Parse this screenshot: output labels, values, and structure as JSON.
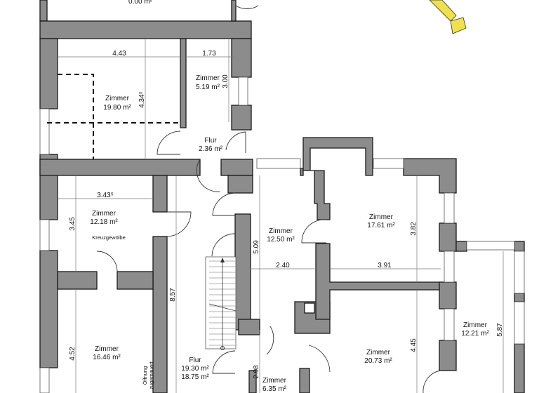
{
  "plan": {
    "rooms": [
      {
        "name": "",
        "area": "0.00 m²"
      },
      {
        "name": "Zimmer",
        "area": "19.80 m²"
      },
      {
        "name": "Zimmer",
        "area": "5.19 m²"
      },
      {
        "name": "Flur",
        "area": "2.36 m²"
      },
      {
        "name": "Zimmer",
        "area": "12.18 m²",
        "note": "Kreuzgewölbe"
      },
      {
        "name": "Zimmer",
        "area": "16.46 m²"
      },
      {
        "name": "Flur",
        "area": "19.30 m²",
        "area2": "18.75 m²"
      },
      {
        "name": "Zimmer",
        "area": "12.50 m²"
      },
      {
        "name": "Zimmer",
        "area": "17.61 m²"
      },
      {
        "name": "Zimmer",
        "area": "20.73 m²"
      },
      {
        "name": "Zimmer",
        "area": "12.21 m²"
      },
      {
        "name": "Zimmer",
        "area": "6.35 m²"
      }
    ],
    "dimensions": [
      "4.43",
      "1.73",
      "3.00",
      "4.34⁵",
      "3.43⁵",
      "3.45",
      "4.52",
      "8.57",
      "5.09",
      "2.40",
      "3.91",
      "3.82",
      "4.45",
      "5.87",
      "2.98"
    ],
    "annotations": {
      "opening": "Öffnung",
      "walled": "zugemauert"
    },
    "colors": {
      "wall": "#8c8c8c",
      "outline": "#1a1a1a",
      "compass": "#f2e04a"
    },
    "icons": [
      "north-arrow-icon",
      "stair-arrow-icon"
    ]
  }
}
